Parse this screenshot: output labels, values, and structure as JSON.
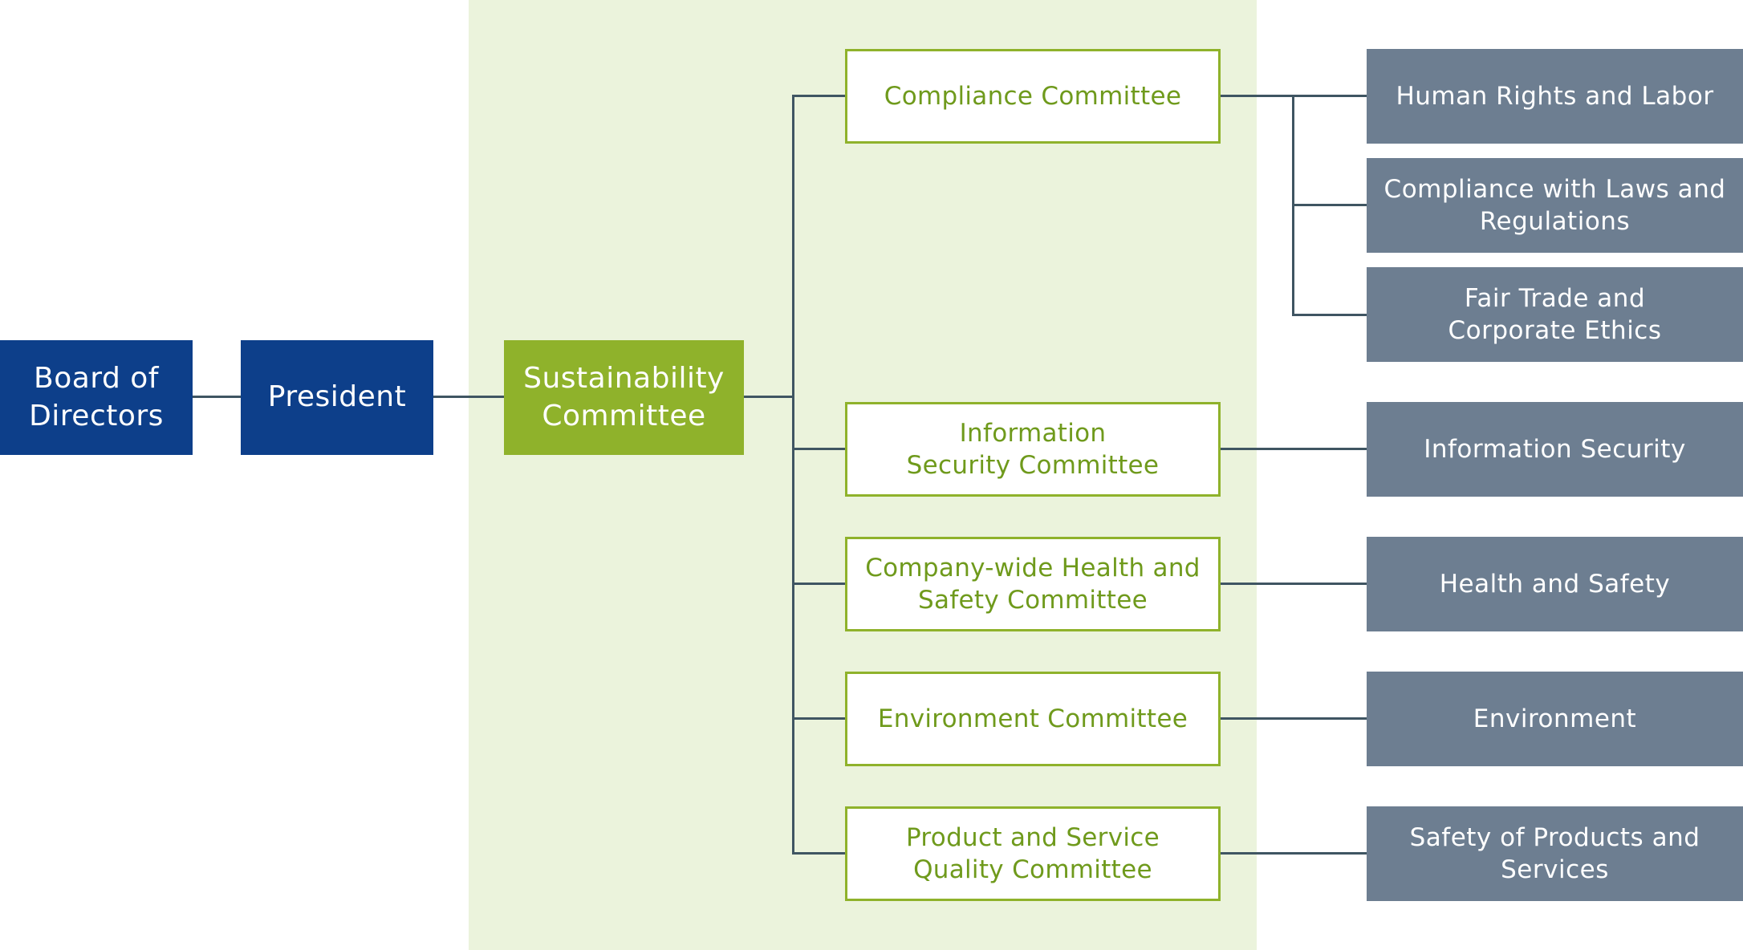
{
  "diagram": {
    "board": "Board of\nDirectors",
    "president": "President",
    "sustainability": "Sustainability\nCommittee",
    "committees": [
      "Compliance Committee",
      "Information\nSecurity Committee",
      "Company-wide Health and\nSafety Committee",
      "Environment Committee",
      "Product and Service\nQuality Committee"
    ],
    "areas": [
      "Human Rights and Labor",
      "Compliance with Laws and\nRegulations",
      "Fair Trade and\nCorporate Ethics",
      "Information Security",
      "Health and Safety",
      "Environment",
      "Safety of Products and\nServices"
    ]
  },
  "colors": {
    "navy": "#0d3f8a",
    "green": "#8fb22b",
    "green_text": "#6f9a1c",
    "band": "#ebf3dc",
    "slate": "#6d7e91",
    "connector": "#3f5562"
  }
}
